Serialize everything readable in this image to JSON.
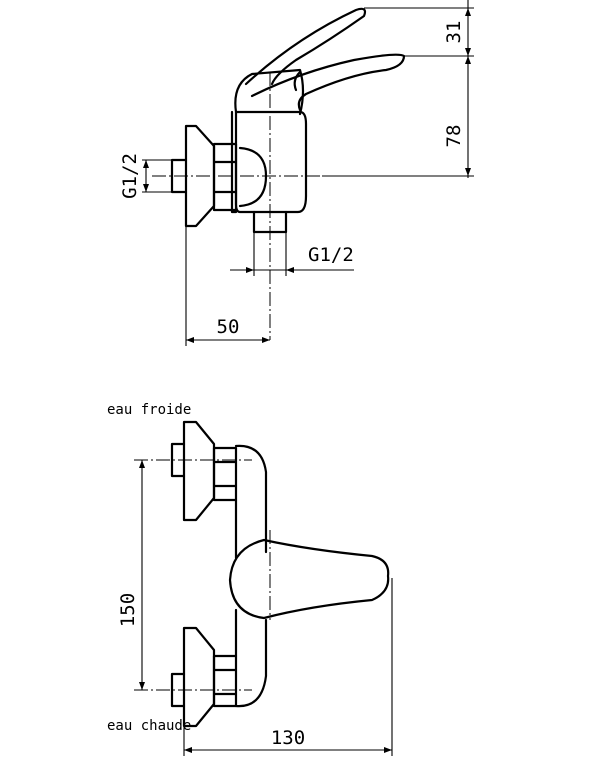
{
  "side_view": {
    "dim_inlet_thread": "G1/2",
    "dim_outlet_thread": "G1/2",
    "dim_depth": "50",
    "dim_lever_height": "31",
    "dim_body_height": "78"
  },
  "front_view": {
    "label_cold": "eau froide",
    "label_hot": "eau chaude",
    "dim_spacing": "150",
    "dim_width": "130"
  }
}
